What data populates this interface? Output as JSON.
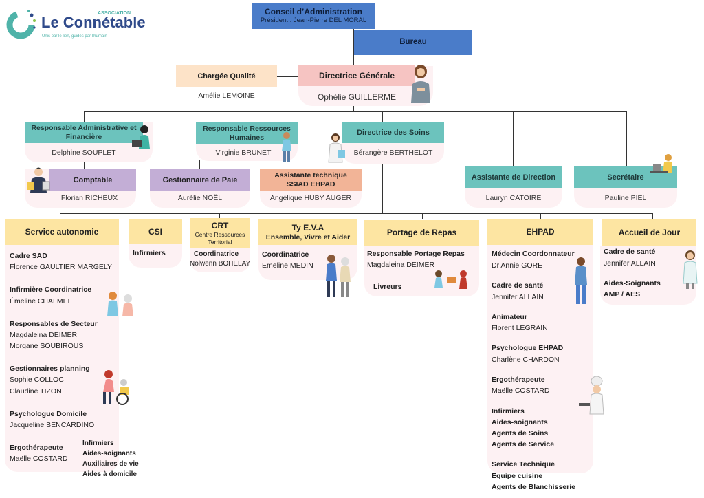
{
  "logo": {
    "association": "ASSOCIATION",
    "name": "Le Connétable",
    "tagline": "Unis par le lien, guidés par l'humain"
  },
  "top": {
    "ca_title": "Conseil d’Administration",
    "ca_sub": "Président : Jean-Pierre DEL MORAL",
    "bureau": "Bureau",
    "qualite_title": "Chargée Qualité",
    "qualite_name": "Amélie LEMOINE",
    "dg_title": "Directrice Générale",
    "dg_name": "Ophélie GUILLERME"
  },
  "level2": {
    "raf_title": "Responsable Administrative et Financière",
    "raf_name": "Delphine SOUPLET",
    "rrh_title": "Responsable Ressources Humaines",
    "rrh_name": "Virginie BRUNET",
    "ds_title": "Directrice des Soins",
    "ds_name": "Bérangère BERTHELOT",
    "ad_title": "Assistante de Direction",
    "ad_name": "Lauryn CATOIRE",
    "sec_title": "Secrétaire",
    "sec_name": "Pauline PIEL"
  },
  "level3": {
    "compt_title": "Comptable",
    "compt_name": "Florian RICHEUX",
    "paie_title": "Gestionnaire de Paie",
    "paie_name": "Aurélie NOËL",
    "ssiad_title": "Assistante technique SSIAD EHPAD",
    "ssiad_name": "Angélique HUBY AUGER"
  },
  "services": {
    "autonomie": {
      "title": "Service autonomie",
      "items": [
        {
          "role": "Cadre SAD",
          "names": "Florence GAULTIER MARGELY"
        },
        {
          "role": "Infirmière Coordinatrice",
          "names": "Émeline CHALMEL"
        },
        {
          "role": "Responsables de Secteur",
          "n1": "Magdaleina DEIMER",
          "n2": "Morgane SOUBIROUS"
        },
        {
          "role": "Gestionnaires planning",
          "n1": "Sophie COLLOC",
          "n2": "Claudine TIZON"
        },
        {
          "role": "Psychologue Domicile",
          "names": "Jacqueline BENCARDINO"
        },
        {
          "role": "Ergothérapeute",
          "names": "Maëlle COSTARD"
        }
      ],
      "extra": [
        "Infirmiers",
        "Aides-soignants",
        "Auxiliaires de vie",
        "Aides à domicile"
      ]
    },
    "csi": {
      "title": "CSI",
      "role": "Infirmiers"
    },
    "crt": {
      "title": "CRT",
      "sub": "Centre Ressources Territorial",
      "role": "Coordinatrice",
      "name": "Nolwenn BOHELAY"
    },
    "tyeva": {
      "title": "Ty E.V.A",
      "sub": "Ensemble, Vivre et Aider",
      "role": "Coordinatrice",
      "name": "Emeline MEDIN"
    },
    "portage": {
      "title": "Portage de Repas",
      "role": "Responsable Portage Repas",
      "name": "Magdaleina DEIMER",
      "extra": "Livreurs"
    },
    "ehpad": {
      "title": "EHPAD",
      "items": [
        {
          "role": "Médecin Coordonnateur",
          "name": "Dr Annie GORE"
        },
        {
          "role": "Cadre de santé",
          "name": "Jennifer ALLAIN"
        },
        {
          "role": "Animateur",
          "name": "Florent LEGRAIN"
        },
        {
          "role": "Psychologue EHPAD",
          "name": "Charlène CHARDON"
        },
        {
          "role": "Ergothérapeute",
          "name": "Maëlle COSTARD"
        }
      ],
      "group1": [
        "Infirmiers",
        "Aides-soignants",
        "Agents de Soins",
        "Agents de Service"
      ],
      "group2": [
        "Service Technique",
        "Equipe cuisine",
        "Agents de Blanchisserie"
      ]
    },
    "accueil": {
      "title": "Accueil de Jour",
      "role": "Cadre de santé",
      "name": "Jennifer ALLAIN",
      "extra1": "Aides-Soignants",
      "extra2": "AMP / AES"
    }
  },
  "colors": {
    "teal": "#6cc3bd",
    "blue": "#4a7cc9",
    "yellow": "#fde5a2",
    "panel": "#fdf1f3"
  }
}
